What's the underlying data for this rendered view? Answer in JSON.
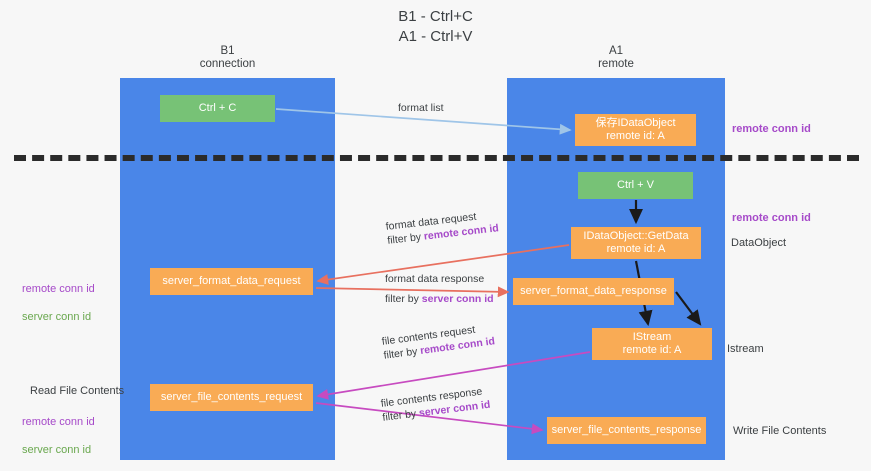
{
  "title": "B1 - Ctrl+C\nA1 - Ctrl+V",
  "lanes": {
    "b1": {
      "header": "B1\nconnection",
      "color": "#4a86e8"
    },
    "a1": {
      "header": "A1\nremote",
      "color": "#4a86e8"
    }
  },
  "nodes": {
    "ctrl_c": {
      "label": "Ctrl + C",
      "color": "#77c276"
    },
    "idataobject": {
      "label": "保存IDataObject\nremote id: A",
      "color": "#f9ab55"
    },
    "ctrl_v": {
      "label": "Ctrl + V",
      "color": "#77c276"
    },
    "getdata": {
      "label": "IDataObject::GetData\nremote id: A",
      "color": "#f9ab55"
    },
    "server_format_data_request": {
      "label": "server_format_data_request",
      "color": "#f9ab55"
    },
    "server_format_data_response": {
      "label": "server_format_data_response",
      "color": "#f9ab55"
    },
    "istream": {
      "label": "IStream\nremote id: A",
      "color": "#f9ab55"
    },
    "server_file_contents_request": {
      "label": "server_file_contents_request",
      "color": "#f9ab55"
    },
    "server_file_contents_response": {
      "label": "server_file_contents_response",
      "color": "#f9ab55"
    }
  },
  "edge_labels": {
    "format_list": "format list",
    "format_data_request": "format data request",
    "format_data_request_filter_prefix": "filter by ",
    "format_data_request_filter_id": "remote conn id",
    "format_data_response": "format data response",
    "format_data_response_filter_prefix": "filter by ",
    "format_data_response_filter_id": "server conn id",
    "file_contents_request": "file contents request",
    "file_contents_request_filter_prefix": "filter by ",
    "file_contents_request_filter_id": "remote conn id",
    "file_contents_response": "file contents response",
    "file_contents_response_filter_prefix": "filter by ",
    "file_contents_response_filter_id": "server conn id"
  },
  "annotations": {
    "remote_conn_id_top": "remote conn id",
    "remote_conn_id_mid": "remote conn id",
    "dataobject": "DataObject",
    "istream": "Istream",
    "write_file_contents": "Write File Contents",
    "read_file_contents": "Read File Contents",
    "left_ids_mid_remote": "remote conn id",
    "left_ids_mid_server": "server conn id",
    "left_ids_bottom_remote": "remote conn id",
    "left_ids_bottom_server": "server conn id"
  },
  "colors": {
    "lane": "#4a86e8",
    "green_node": "#77c276",
    "orange_node": "#f9ab55",
    "purple": "#a64ac9",
    "green_text": "#6aa84f",
    "arrow_blue": "#9fc5e8",
    "arrow_red": "#e8705f",
    "arrow_magenta": "#c74bc0",
    "arrow_black": "#1a1a1a",
    "divider": "#2b2b2b",
    "background": "#f7f7f7"
  }
}
